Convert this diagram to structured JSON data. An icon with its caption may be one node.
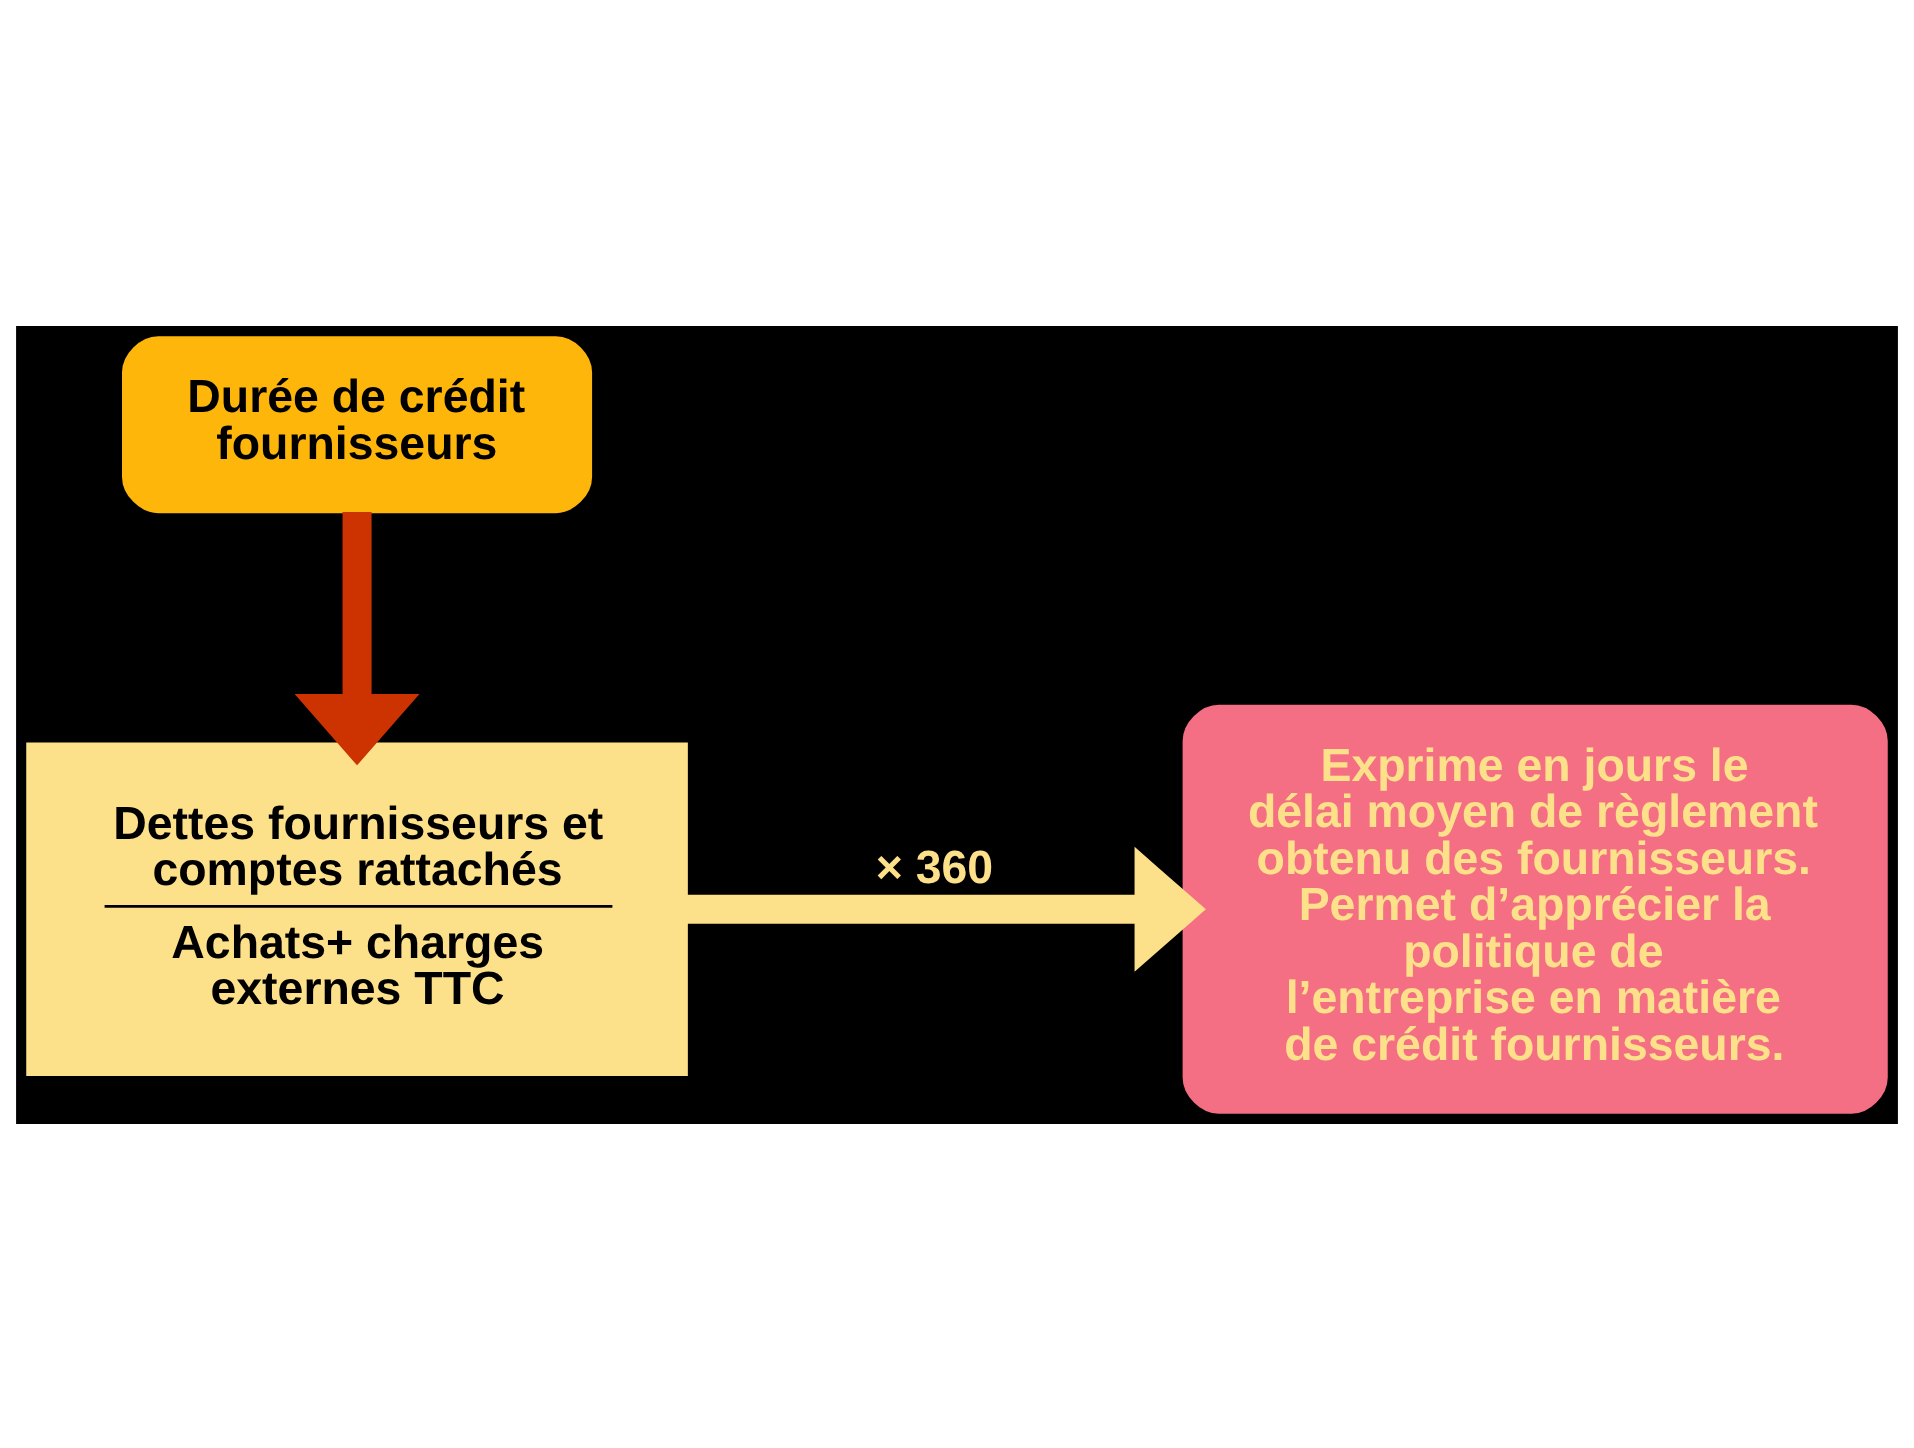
{
  "diagram": {
    "nodes": [
      {
        "text": [
          "Durée de crédit fournisseurs"
        ]
      },
      {
        "text": [
          "Dettes fournisseurs et comptes rattachés",
          "Achats+ charges externes TTC"
        ]
      },
      {
        "text": [
          "Exprime en jours le délai moyen de règlement obtenu des fournisseurs. Permet d’apprécier la politique de l’entreprise en matière de crédit fournisseurs."
        ]
      }
    ],
    "edges": [
      {
        "from": 0,
        "to": 1,
        "arrow": "to",
        "color": "#cc3300"
      },
      {
        "from": 1,
        "to": 2,
        "arrow": "to",
        "label": "× 360",
        "color": "#fde08a"
      }
    ]
  }
}
